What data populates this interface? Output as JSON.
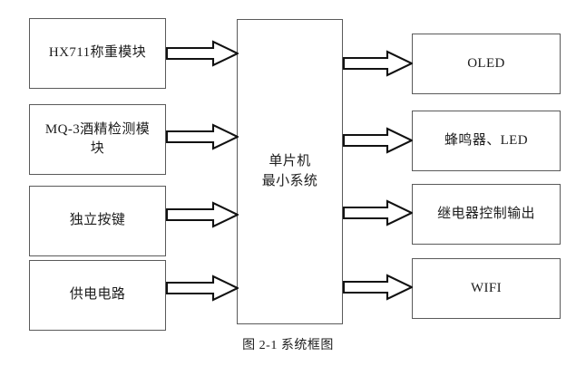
{
  "figure": {
    "caption": "图 2-1 系统框图",
    "colors": {
      "box_border": "#5a5a5a",
      "arrow_stroke": "#111111",
      "arrow_fill": "#ffffff",
      "text": "#1c1c1c",
      "background": "#ffffff"
    }
  },
  "inputs": [
    {
      "id": "hx711",
      "label": "HX711称重模块"
    },
    {
      "id": "mq3",
      "label": "MQ-3酒精检测模\n块"
    },
    {
      "id": "keys",
      "label": "独立按键"
    },
    {
      "id": "power",
      "label": "供电电路"
    }
  ],
  "controller": {
    "id": "mcu",
    "label": "单片机\n最小系统"
  },
  "outputs": [
    {
      "id": "oled",
      "label": "OLED"
    },
    {
      "id": "buzzer",
      "label": "蜂鸣器、LED"
    },
    {
      "id": "relay",
      "label": "继电器控制输出"
    },
    {
      "id": "wifi",
      "label": "WIFI"
    }
  ],
  "connections": [
    {
      "id": "arrow-hx711",
      "from": "hx711",
      "to": "mcu",
      "icon": "block-arrow-right-icon"
    },
    {
      "id": "arrow-mq3",
      "from": "mq3",
      "to": "mcu",
      "icon": "block-arrow-right-icon"
    },
    {
      "id": "arrow-keys",
      "from": "keys",
      "to": "mcu",
      "icon": "block-arrow-right-icon"
    },
    {
      "id": "arrow-power",
      "from": "power",
      "to": "mcu",
      "icon": "block-arrow-right-icon"
    },
    {
      "id": "arrow-oled",
      "from": "mcu",
      "to": "oled",
      "icon": "block-arrow-right-icon"
    },
    {
      "id": "arrow-buzzer",
      "from": "mcu",
      "to": "buzzer",
      "icon": "block-arrow-right-icon"
    },
    {
      "id": "arrow-relay",
      "from": "mcu",
      "to": "relay",
      "icon": "block-arrow-right-icon"
    },
    {
      "id": "arrow-wifi",
      "from": "mcu",
      "to": "wifi",
      "icon": "block-arrow-right-icon"
    }
  ]
}
